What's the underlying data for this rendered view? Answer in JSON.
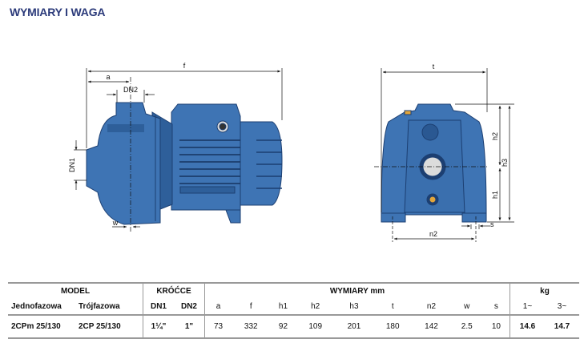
{
  "title": "WYMIARY I WAGA",
  "diagram": {
    "side": {
      "f": "f",
      "a": "a",
      "dn2": "DN2",
      "dn1": "DN1",
      "w": "w"
    },
    "front": {
      "t": "t",
      "h1": "h1",
      "h2": "h2",
      "h3": "h3",
      "n2": "n2",
      "s": "s"
    },
    "colors": {
      "pump": "#3e74b4",
      "dark": "#1c3f72",
      "light": "#6c9bd0"
    }
  },
  "table": {
    "groups": {
      "model": "MODEL",
      "krocce": "KRÓĆCE",
      "wymiary": "WYMIARY mm",
      "kg": "kg"
    },
    "headers": [
      "Jednofazowa",
      "Trójfazowa",
      "DN1",
      "DN2",
      "a",
      "f",
      "h1",
      "h2",
      "h3",
      "t",
      "n2",
      "w",
      "s",
      "1~",
      "3~"
    ],
    "rows": [
      [
        "2CPm 25/130",
        "2CP 25/130",
        "1¼\"",
        "1\"",
        "73",
        "332",
        "92",
        "109",
        "201",
        "180",
        "142",
        "2.5",
        "10",
        "14.6",
        "14.7"
      ]
    ]
  }
}
